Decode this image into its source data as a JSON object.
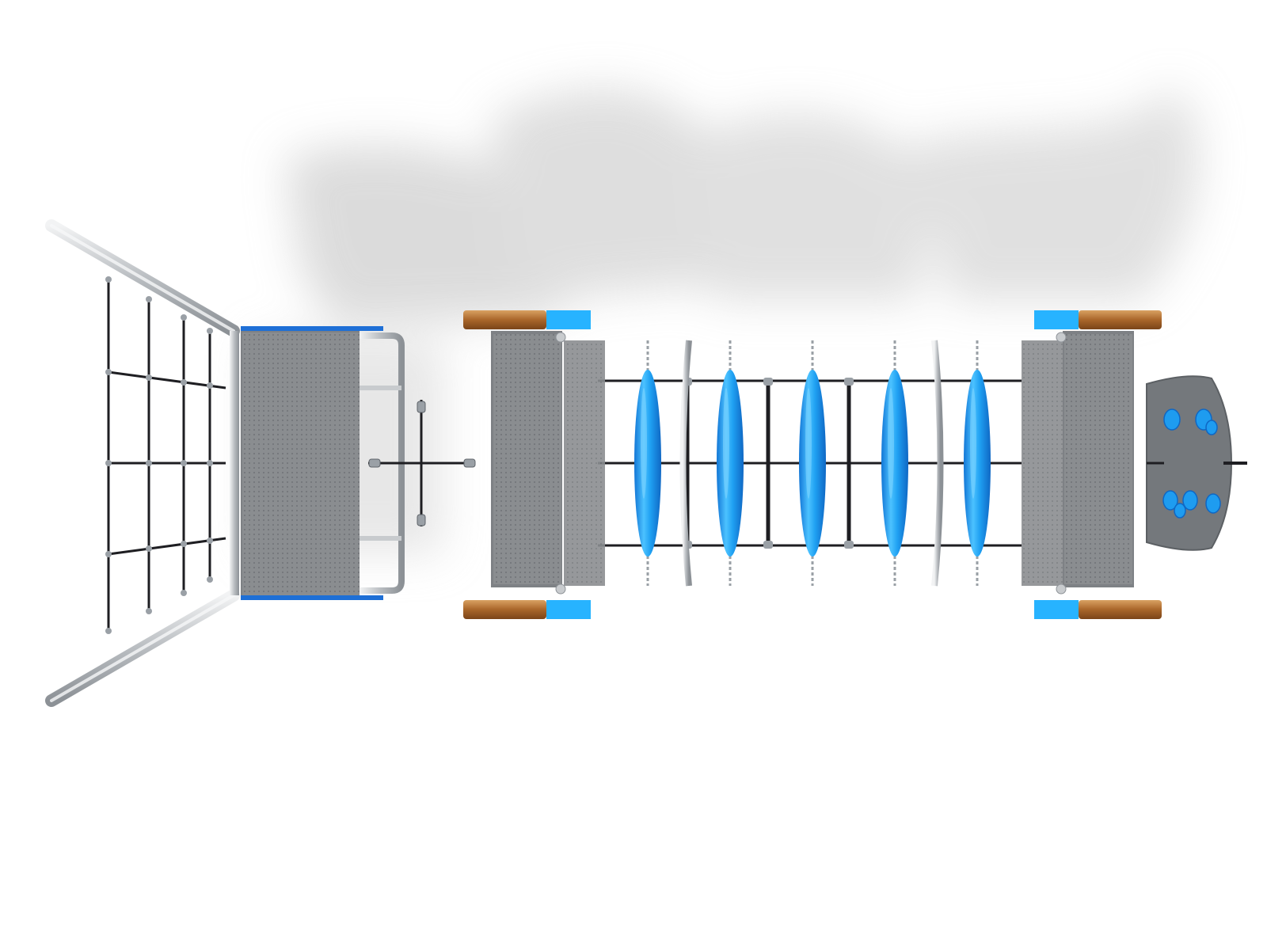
{
  "scene": {
    "background": "#ffffff",
    "colors": {
      "shadow": "#c9c9c9",
      "steel": "#c8cbce",
      "steel_dark": "#8e9398",
      "deck": "#8a8d90",
      "deck_dark": "#6f7276",
      "rope": "#1e1e22",
      "blue": "#1e9cf0",
      "blue_light": "#56c4ff",
      "wood": "#a9662a",
      "wood_light": "#d39a5a",
      "cap_blue": "#27b3ff"
    },
    "components": {
      "net_rungs": 5,
      "hanging_bags": 5,
      "climbing_holds": 7
    }
  }
}
